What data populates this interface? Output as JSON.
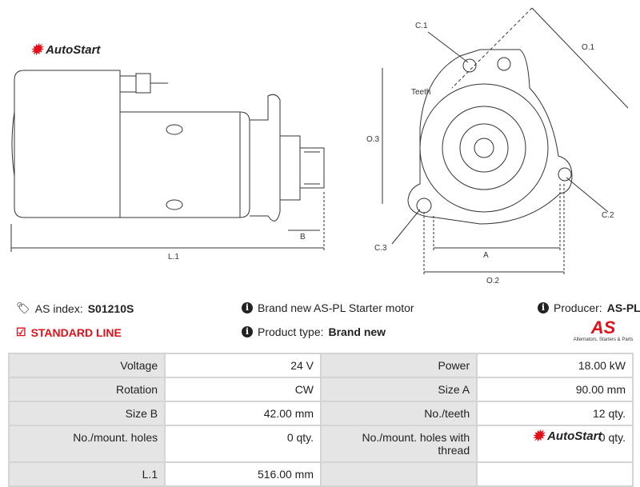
{
  "brand": "AutoStart",
  "drawing_labels": {
    "l1": "L.1",
    "b": "B",
    "c1": "C.1",
    "c2": "C.2",
    "c3": "C.3",
    "o1": "O.1",
    "o2": "O.2",
    "o3": "O.3",
    "a": "A",
    "teeth": "Teeth"
  },
  "info": {
    "as_index_label": "AS index:",
    "as_index_value": "S01210S",
    "description": "Brand new AS-PL Starter motor",
    "producer_label": "Producer:",
    "producer_value": "AS-PL",
    "line": "STANDARD LINE",
    "product_type_label": "Product type:",
    "product_type_value": "Brand new",
    "as_logo_text": "AS",
    "as_logo_tagline": "Alternators, Starters & Parts"
  },
  "specs": [
    [
      "Voltage",
      "24 V",
      "Power",
      "18.00 kW"
    ],
    [
      "Rotation",
      "CW",
      "Size A",
      "90.00 mm"
    ],
    [
      "Size B",
      "42.00 mm",
      "No./teeth",
      "12 qty."
    ],
    [
      "No./mount. holes",
      "0 qty.",
      "No./mount. holes with thread",
      "0 qty."
    ],
    [
      "L.1",
      "516.00 mm",
      "",
      ""
    ]
  ],
  "colors": {
    "accent": "#e3101a"
  }
}
